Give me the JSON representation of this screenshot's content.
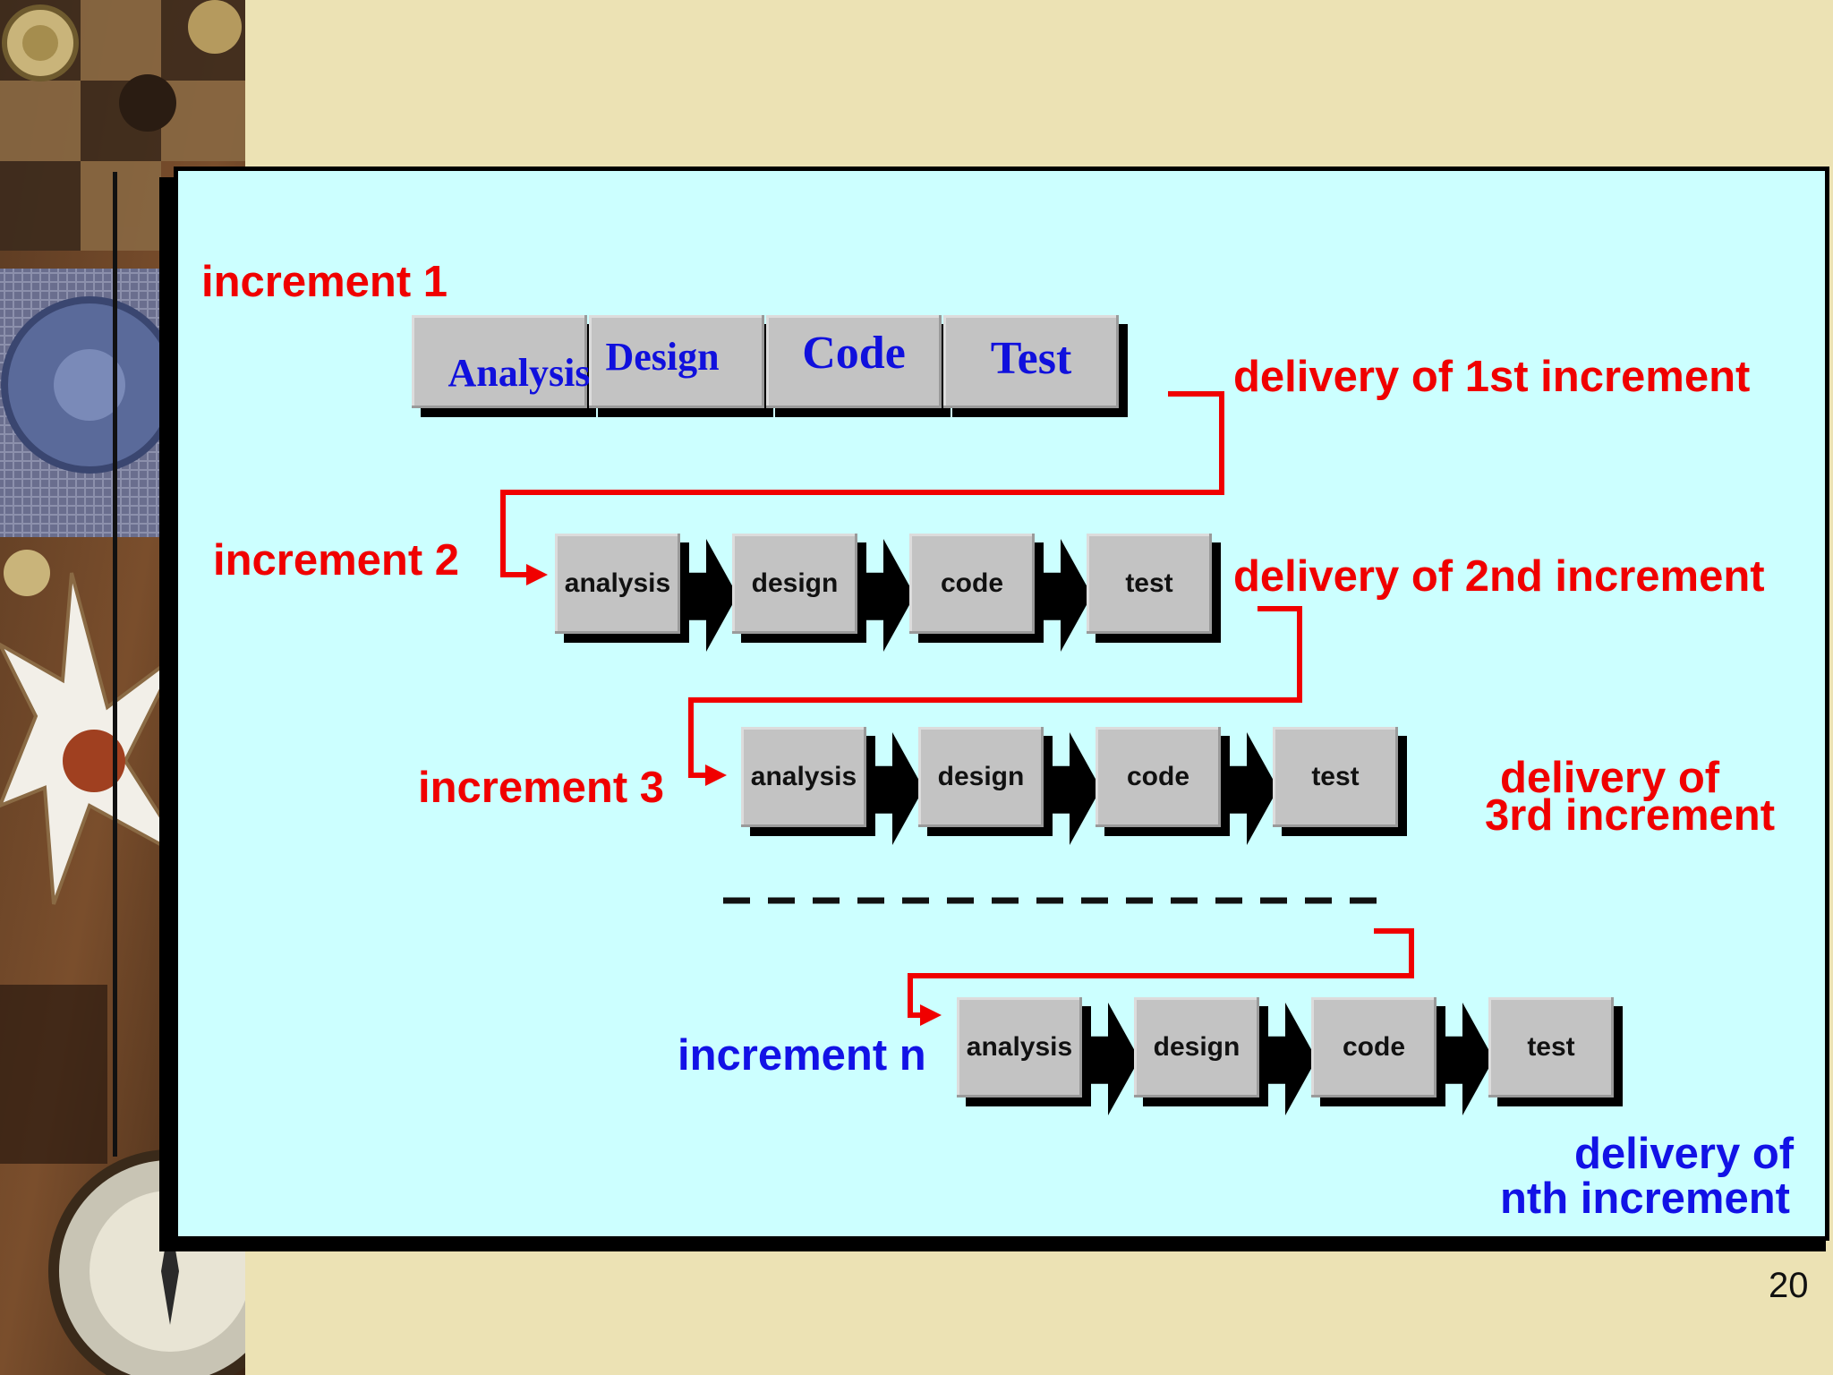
{
  "page_number": "20",
  "colors": {
    "panel": "#ccffff",
    "label_red": "#f00000",
    "label_blue": "#1212e6",
    "box": "#c3c3c3"
  },
  "increment1": {
    "label": "increment 1",
    "steps": [
      "Analysis",
      "Design",
      "Code",
      "Test"
    ],
    "delivery": "delivery of 1st increment"
  },
  "increment2": {
    "label": "increment 2",
    "steps": [
      "analysis",
      "design",
      "code",
      "test"
    ],
    "delivery": "delivery of 2nd increment"
  },
  "increment3": {
    "label": "increment 3",
    "steps": [
      "analysis",
      "design",
      "code",
      "test"
    ],
    "delivery_line1": "delivery of",
    "delivery_line2": "3rd increment"
  },
  "incrementN": {
    "label": "increment n",
    "steps": [
      "analysis",
      "design",
      "code",
      "test"
    ],
    "delivery_line1": "delivery of",
    "delivery_line2": "nth increment"
  }
}
